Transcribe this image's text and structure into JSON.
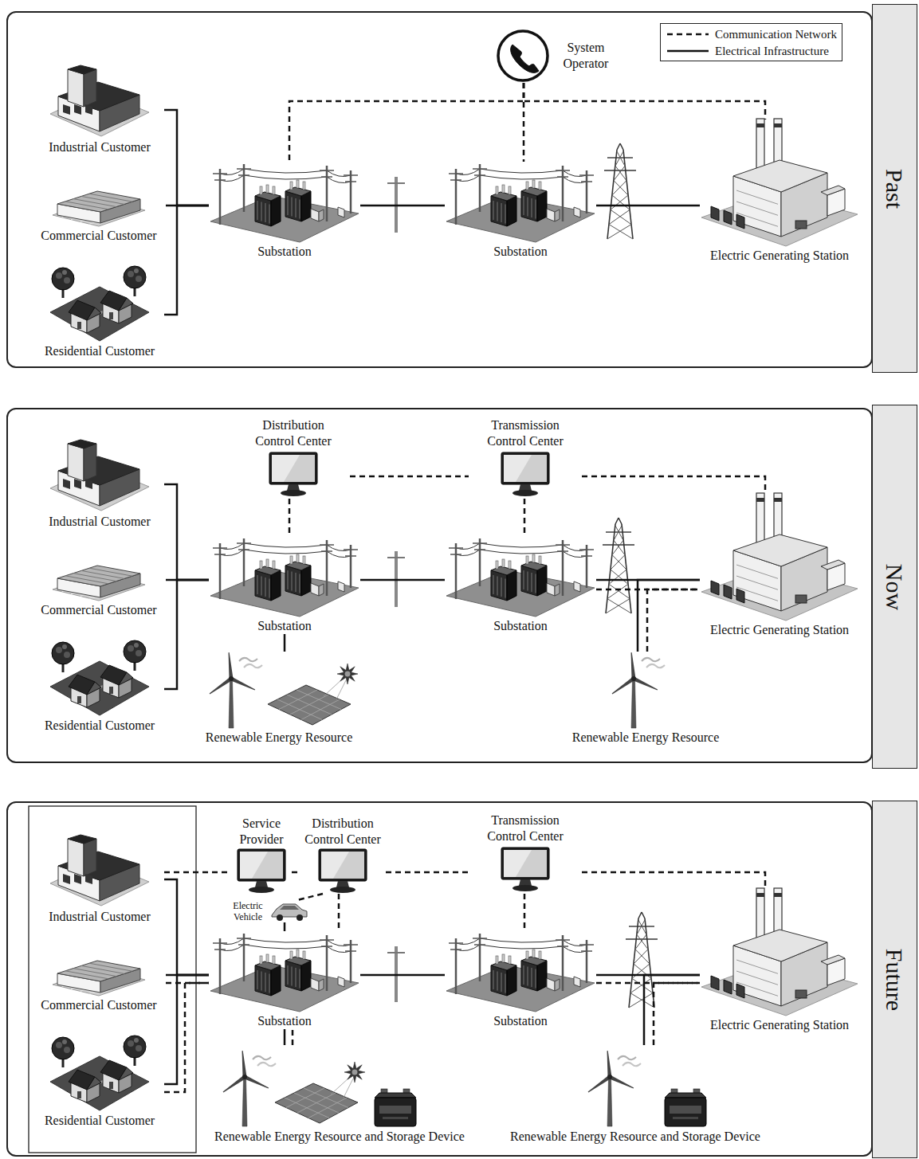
{
  "diagram": {
    "nodes": [
      {
        "text": [
          "Past"
        ]
      },
      {
        "text": [
          "Industrial Customer"
        ],
        "in": 0
      },
      {
        "text": [
          "Commercial Customer"
        ],
        "in": 0
      },
      {
        "text": [
          "Residential Customer"
        ],
        "in": 0
      },
      {
        "text": [
          "Substation"
        ],
        "in": 0
      },
      {
        "text": [
          "Substation"
        ],
        "in": 0
      },
      {
        "text": [
          "System Operator"
        ],
        "in": 0
      },
      {
        "text": [
          "Electric Generating Station"
        ],
        "in": 0
      },
      {
        "text": [
          "Now"
        ]
      },
      {
        "text": [
          "Industrial Customer"
        ],
        "in": 8
      },
      {
        "text": [
          "Commercial Customer"
        ],
        "in": 8
      },
      {
        "text": [
          "Residential Customer"
        ],
        "in": 8
      },
      {
        "text": [
          "Substation"
        ],
        "in": 8
      },
      {
        "text": [
          "Substation"
        ],
        "in": 8
      },
      {
        "text": [
          "Distribution Control Center"
        ],
        "in": 8
      },
      {
        "text": [
          "Transmission Control Center"
        ],
        "in": 8
      },
      {
        "text": [
          "Electric Generating Station"
        ],
        "in": 8
      },
      {
        "text": [
          "Renewable Energy Resource"
        ],
        "in": 8
      },
      {
        "text": [
          "Renewable Energy Resource"
        ],
        "in": 8
      },
      {
        "text": [
          "Future"
        ]
      },
      {
        "text": [
          "Industrial Customer"
        ],
        "in": 19
      },
      {
        "text": [
          "Commercial Customer"
        ],
        "in": 19
      },
      {
        "text": [
          "Residential Customer"
        ],
        "in": 19
      },
      {
        "text": [
          "Service Provider"
        ],
        "in": 19
      },
      {
        "text": [
          "Distribution Control Center"
        ],
        "in": 19
      },
      {
        "text": [
          "Electric Vehicle"
        ],
        "in": 19
      },
      {
        "text": [
          "Substation"
        ],
        "in": 19
      },
      {
        "text": [
          "Substation"
        ],
        "in": 19
      },
      {
        "text": [
          "Transmission Control Center"
        ],
        "in": 19
      },
      {
        "text": [
          "Electric Generating Station"
        ],
        "in": 19
      },
      {
        "text": [
          "Renewable Energy Resource and Storage Device"
        ],
        "in": 19
      },
      {
        "text": [
          "Renewable Energy Resource and Storage Device"
        ],
        "in": 19
      }
    ],
    "edges": [
      {
        "from": 1,
        "to": 4,
        "arrow": "none"
      },
      {
        "from": 2,
        "to": 4,
        "arrow": "none"
      },
      {
        "from": 3,
        "to": 4,
        "arrow": "none"
      },
      {
        "from": 4,
        "to": 5,
        "arrow": "none"
      },
      {
        "from": 5,
        "to": 7,
        "arrow": "none"
      },
      {
        "from": 6,
        "to": 4,
        "arrow": "none"
      },
      {
        "from": 6,
        "to": 5,
        "arrow": "none"
      },
      {
        "from": 6,
        "to": 7,
        "arrow": "none"
      },
      {
        "from": 9,
        "to": 12,
        "arrow": "none"
      },
      {
        "from": 10,
        "to": 12,
        "arrow": "none"
      },
      {
        "from": 11,
        "to": 12,
        "arrow": "none"
      },
      {
        "from": 12,
        "to": 13,
        "arrow": "none"
      },
      {
        "from": 13,
        "to": 16,
        "arrow": "none"
      },
      {
        "from": 13,
        "to": 16,
        "arrow": "none"
      },
      {
        "from": 14,
        "to": 12,
        "arrow": "none"
      },
      {
        "from": 15,
        "to": 13,
        "arrow": "none"
      },
      {
        "from": 14,
        "to": 15,
        "arrow": "none"
      },
      {
        "from": 15,
        "to": 16,
        "arrow": "none"
      },
      {
        "from": 17,
        "to": 12,
        "arrow": "none"
      },
      {
        "from": 18,
        "to": 16,
        "arrow": "none"
      },
      {
        "from": 18,
        "to": 16,
        "arrow": "none"
      },
      {
        "from": 20,
        "to": 26,
        "arrow": "none"
      },
      {
        "from": 21,
        "to": 26,
        "arrow": "none"
      },
      {
        "from": 22,
        "to": 26,
        "arrow": "none"
      },
      {
        "from": 20,
        "to": 23,
        "arrow": "none"
      },
      {
        "from": 21,
        "to": 26,
        "arrow": "none"
      },
      {
        "from": 22,
        "to": 26,
        "arrow": "none"
      },
      {
        "from": 23,
        "to": 24,
        "arrow": "none"
      },
      {
        "from": 24,
        "to": 28,
        "arrow": "none"
      },
      {
        "from": 28,
        "to": 29,
        "arrow": "none"
      },
      {
        "from": 24,
        "to": 26,
        "arrow": "none"
      },
      {
        "from": 24,
        "to": 25,
        "arrow": "none"
      },
      {
        "from": 25,
        "to": 26,
        "arrow": "none"
      },
      {
        "from": 28,
        "to": 27,
        "arrow": "none"
      },
      {
        "from": 26,
        "to": 27,
        "arrow": "none"
      },
      {
        "from": 27,
        "to": 29,
        "arrow": "none"
      },
      {
        "from": 27,
        "to": 29,
        "arrow": "none"
      },
      {
        "from": 30,
        "to": 26,
        "arrow": "none"
      },
      {
        "from": 30,
        "to": 26,
        "arrow": "none"
      },
      {
        "from": 31,
        "to": 29,
        "arrow": "none"
      },
      {
        "from": 31,
        "to": 29,
        "arrow": "none"
      }
    ],
    "legend": [
      {
        "text": "Communication Network"
      },
      {
        "text": "Electrical Infrastructure"
      }
    ]
  }
}
